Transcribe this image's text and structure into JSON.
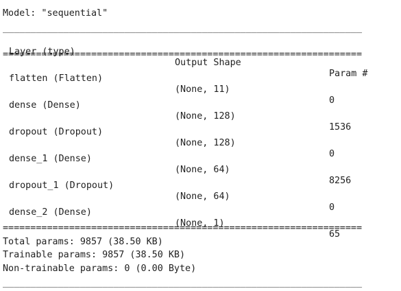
{
  "model_line": "Model: \"sequential\"",
  "rule_underscore": "_________________________________________________________________",
  "rule_equals": "=================================================================",
  "header": {
    "layer": "Layer (type)",
    "output_shape": "Output Shape",
    "params": "Param #"
  },
  "layers": [
    {
      "name": "flatten (Flatten)",
      "shape": "(None, 11)",
      "params": "0"
    },
    {
      "name": "dense (Dense)",
      "shape": "(None, 128)",
      "params": "1536"
    },
    {
      "name": "dropout (Dropout)",
      "shape": "(None, 128)",
      "params": "0"
    },
    {
      "name": "dense_1 (Dense)",
      "shape": "(None, 64)",
      "params": "8256"
    },
    {
      "name": "dropout_1 (Dropout)",
      "shape": "(None, 64)",
      "params": "0"
    },
    {
      "name": "dense_2 (Dense)",
      "shape": "(None, 1)",
      "params": "65"
    }
  ],
  "summary": {
    "total": "Total params: 9857 (38.50 KB)",
    "trainable": "Trainable params: 9857 (38.50 KB)",
    "non_trainable": "Non-trainable params: 0 (0.00 Byte)"
  }
}
